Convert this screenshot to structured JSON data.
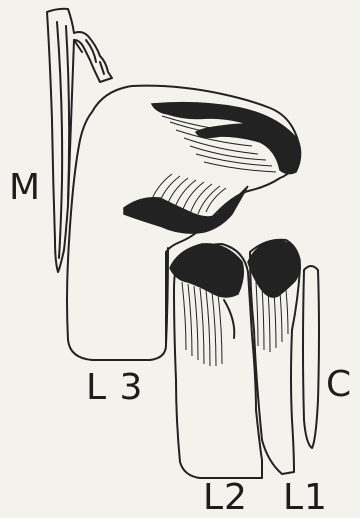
{
  "figure": {
    "labels": {
      "m": "M",
      "l3": "L 3",
      "c": "C",
      "l2": "L2",
      "l1": "L1"
    },
    "ink_color": "#222222",
    "paper_color": "#f4f2ed"
  }
}
